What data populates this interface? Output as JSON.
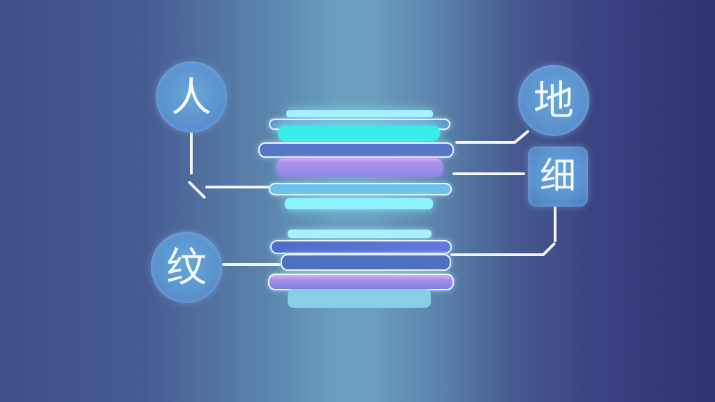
{
  "nodes": [
    {
      "id": "ren",
      "char": "人",
      "shape": "circle"
    },
    {
      "id": "di",
      "char": "地",
      "shape": "circle"
    },
    {
      "id": "xi",
      "char": "细",
      "shape": "square"
    },
    {
      "id": "wen",
      "char": "纹",
      "shape": "circle"
    }
  ],
  "colors": {
    "bg_left": "#3d5089",
    "bg_center": "#6aa0bd",
    "bg_right": "#313371",
    "cyan": "#3ff0ee",
    "purple": "#9a88ea",
    "blue": "#5b7fd0",
    "light": "#8fe6f5"
  }
}
